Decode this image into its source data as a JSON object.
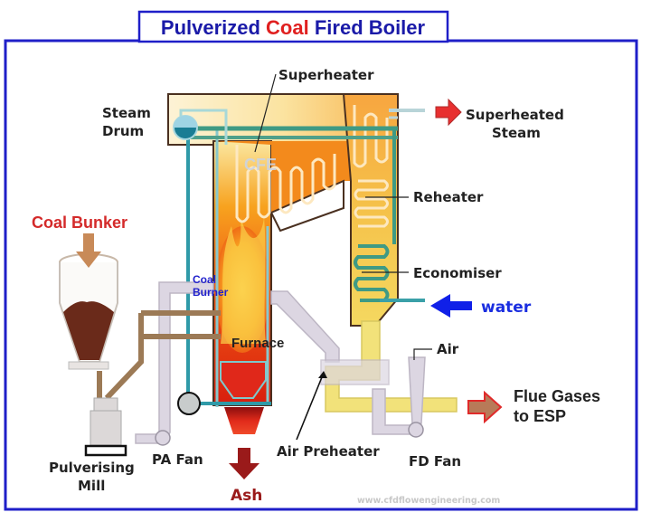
{
  "title": {
    "part1": "Pulverized ",
    "part2": "Coal",
    "part3": " Fired Boiler"
  },
  "colors": {
    "frame": "#1f1fc8",
    "title_blue": "#1a1aa8",
    "title_red": "#e02020",
    "coal_bunker_label": "#d42a2a",
    "coal_burner_label": "#2222cc",
    "water_label": "#1a2ee0",
    "ash_label": "#9a1a1a",
    "water_tube": "#3aa0a8",
    "flue_gas_duct": "#f2e27a",
    "air_duct": "#dcd6e2",
    "coal_duct": "#9c7a56",
    "furnace_hot": "#e02a10",
    "furnace_warm": "#f7a21e"
  },
  "labels": {
    "superheater": "Superheater",
    "steam_drum_line1": "Steam",
    "steam_drum_line2": "Drum",
    "superheated_steam_line1": "Superheated",
    "superheated_steam_line2": "Steam",
    "reheater": "Reheater",
    "coal_bunker": "Coal Bunker",
    "economiser": "Economiser",
    "water": "water",
    "coal_burner_line1": "Coal",
    "coal_burner_line2": "Burner",
    "furnace": "Furnace",
    "air": "Air",
    "flue_gases_line1": "Flue Gases",
    "flue_gases_line2": "to ESP",
    "air_preheater": "Air Preheater",
    "pa_fan": "PA Fan",
    "fd_fan": "FD Fan",
    "pulverising_mill_line1": "Pulverising",
    "pulverising_mill_line2": "Mill",
    "ash": "Ash",
    "watermark_cfe": "CFE",
    "website": "www.cfdflowengineering.com"
  },
  "icons": {
    "steam_out_arrow": "arrow-right",
    "water_in_arrow": "arrow-left",
    "flue_gas_arrow": "arrow-right",
    "coal_in_arrow": "arrow-down",
    "ash_arrow": "arrow-down"
  }
}
